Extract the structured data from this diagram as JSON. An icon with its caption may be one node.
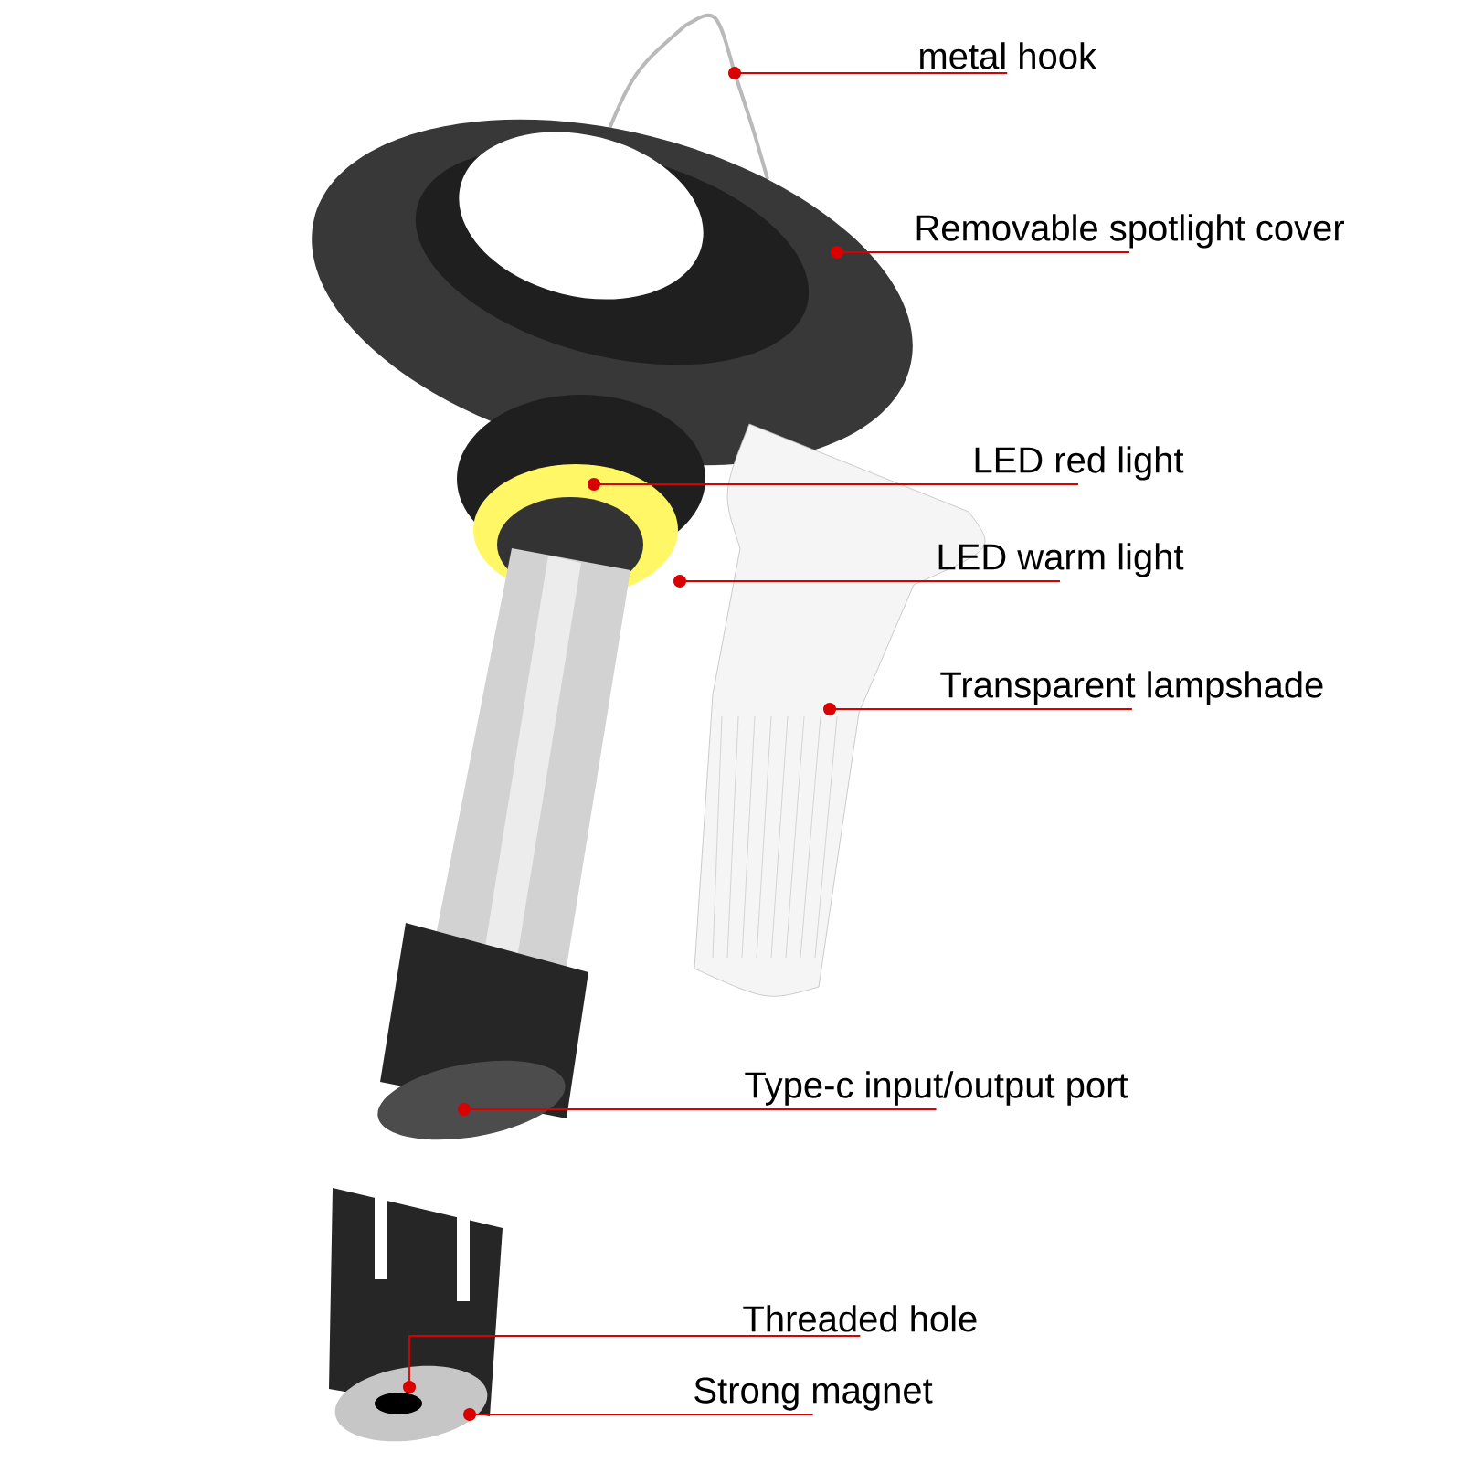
{
  "diagram": {
    "nodes": [
      {
        "text": [
          "metal hook"
        ]
      },
      {
        "text": [
          "Removable spotlight cover"
        ]
      },
      {
        "text": [
          "LED red light"
        ]
      },
      {
        "text": [
          "LED warm light"
        ]
      },
      {
        "text": [
          "Transparent lampshade"
        ]
      },
      {
        "text": [
          "Type-c input/output port"
        ]
      },
      {
        "text": [
          "Threaded hole"
        ]
      },
      {
        "text": [
          "Strong magnet"
        ]
      },
      {
        "text": [],
        "shape": "circle"
      },
      {
        "text": [],
        "shape": "circle"
      },
      {
        "text": [],
        "shape": "circle"
      },
      {
        "text": [],
        "shape": "circle"
      },
      {
        "text": [],
        "shape": "circle"
      },
      {
        "text": [],
        "shape": "circle"
      },
      {
        "text": [],
        "shape": "circle"
      },
      {
        "text": [],
        "shape": "circle"
      }
    ],
    "edges": [
      {
        "from": 0,
        "to": 8,
        "arrow": "none"
      },
      {
        "from": 1,
        "to": 9,
        "arrow": "none"
      },
      {
        "from": 2,
        "to": 10,
        "arrow": "none"
      },
      {
        "from": 3,
        "to": 11,
        "arrow": "none"
      },
      {
        "from": 4,
        "to": 12,
        "arrow": "none"
      },
      {
        "from": 5,
        "to": 13,
        "arrow": "none"
      },
      {
        "from": 6,
        "to": 14,
        "arrow": "none"
      },
      {
        "from": 7,
        "to": 15,
        "arrow": "none"
      }
    ]
  }
}
